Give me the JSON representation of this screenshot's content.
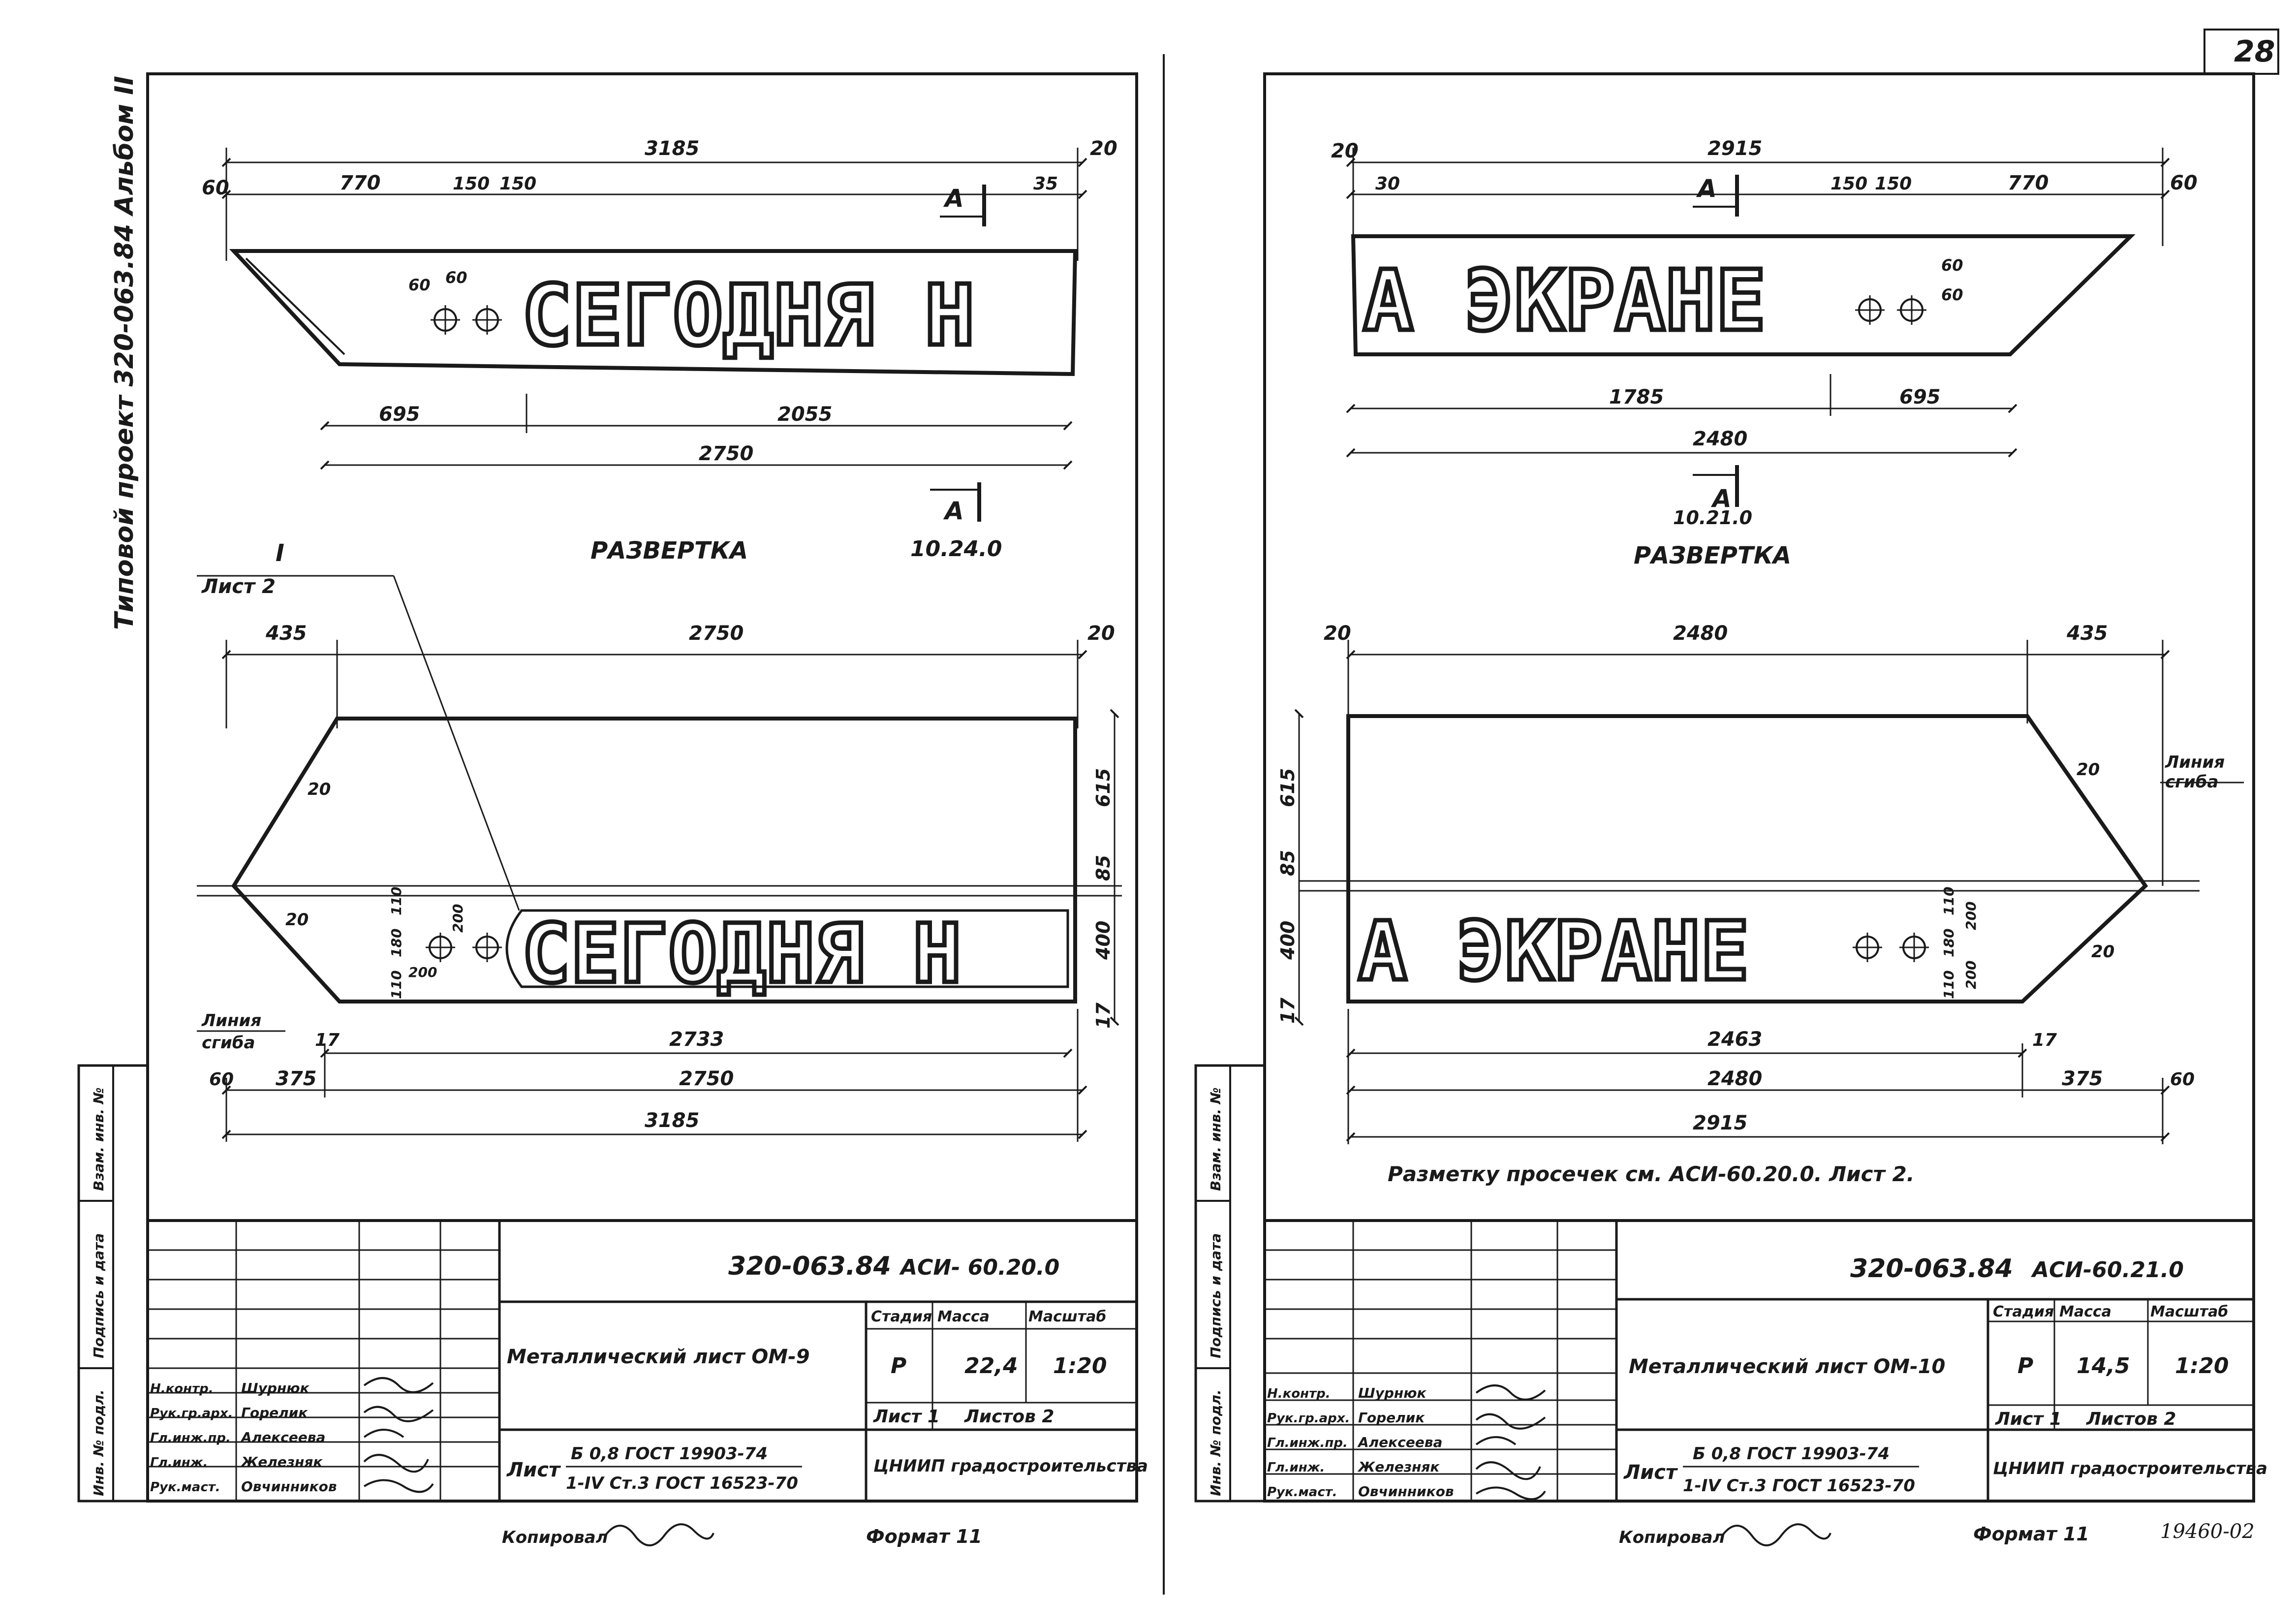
{
  "page_number": "28",
  "side_label": "Типовой проект 320-063.84 Альбом II",
  "left": {
    "top_view": {
      "sign_text": "СЕГОДНЯ Н",
      "dims": {
        "overall": "3185",
        "right_end": "20",
        "left_end": "60",
        "a": "770",
        "b": "150",
        "c": "150",
        "d": "35",
        "hole_a": "60",
        "hole_b": "60",
        "bottom_a": "695",
        "bottom_b": "2055",
        "bottom_total": "2750"
      },
      "section_label": "А",
      "section_label_2": "А",
      "caption": "РАЗВЕРТКА",
      "ref_code": "10.24.0"
    },
    "plan": {
      "node_num": "I",
      "node_ref": "Лист 2",
      "sign_text": "СЕГОДНЯ Н",
      "dims": {
        "top_left": "435",
        "top_total": "2750",
        "top_right": "20",
        "r1": "615",
        "r2": "85",
        "r3": "400",
        "r4": "17",
        "chamfer1": "20",
        "chamfer2": "20",
        "v1": "110",
        "v2": "180",
        "v3": "110",
        "v4": "200",
        "v5": "200",
        "b1": "17",
        "b_total1": "2733",
        "b2_left": "60",
        "b2_a": "375",
        "b_total2": "2750",
        "b_total3": "3185"
      },
      "fold_line": [
        "Линия",
        "сгиба"
      ]
    },
    "title_block": {
      "code": "320-063.84",
      "doc": "АСИ- 60.20.0",
      "name": "Металлический лист ОМ-9",
      "head_stage": "Стадия",
      "head_mass": "Масса",
      "head_scale": "Масштаб",
      "stage": "Р",
      "mass": "22,4",
      "scale": "1:20",
      "sheet": "Лист 1",
      "sheets": "Листов 2",
      "material_label": "Лист",
      "material_1": "Б 0,8 ГОСТ 19903-74",
      "material_2": "1-IV Ст.3 ГОСТ 16523-70",
      "org": "ЦНИИП градостроительства",
      "staff": [
        [
          "Н.контр.",
          "Шурнюк"
        ],
        [
          "Рук.гр.арх.",
          "Горелик"
        ],
        [
          "Гл.инж.пр.",
          "Алексеева"
        ],
        [
          "Гл.инж.",
          "Железняк"
        ],
        [
          "Рук.маст.",
          "Овчинников"
        ]
      ],
      "copied": "Копировал",
      "format": "Формат 11"
    },
    "margin_labels": [
      "Инв. № подл.",
      "Подпись и дата",
      "Взам. инв. №"
    ]
  },
  "right": {
    "top_view": {
      "sign_text": "А ЭКРАНЕ",
      "dims": {
        "overall": "2915",
        "left_end": "20",
        "a": "30",
        "b": "150",
        "c": "150",
        "d": "770",
        "right_end": "60",
        "hole_a": "60",
        "hole_b": "60",
        "bottom_a": "1785",
        "bottom_b": "695",
        "bottom_total": "2480"
      },
      "section_label": "А",
      "section_label_2": "А",
      "caption": "РАЗВЕРТКА",
      "ref_code": "10.21.0"
    },
    "plan": {
      "sign_text": "А ЭКРАНЕ",
      "dims": {
        "top_left": "20",
        "top_total": "2480",
        "top_right": "435",
        "l1": "615",
        "l2": "85",
        "l3": "400",
        "l4": "17",
        "chamfer1": "20",
        "chamfer2": "20",
        "v1": "110",
        "v2": "180",
        "v3": "110",
        "v4": "200",
        "v5": "200",
        "b_total1": "2463",
        "b1": "17",
        "b_total2": "2480",
        "b2_a": "375",
        "b2_right": "60",
        "b_total3": "2915"
      },
      "fold_line": [
        "Линия",
        "сгиба"
      ],
      "note": "Разметку просечек см. АСИ-60.20.0. Лист 2."
    },
    "title_block": {
      "code": "320-063.84",
      "doc": "АСИ-60.21.0",
      "name": "Металлический лист ОМ-10",
      "head_stage": "Стадия",
      "head_mass": "Масса",
      "head_scale": "Масштаб",
      "stage": "Р",
      "mass": "14,5",
      "scale": "1:20",
      "sheet": "Лист 1",
      "sheets": "Листов 2",
      "material_label": "Лист",
      "material_1": "Б 0,8 ГОСТ 19903-74",
      "material_2": "1-IV Ст.3 ГОСТ 16523-70",
      "org": "ЦНИИП градостроительства",
      "staff": [
        [
          "Н.контр.",
          "Шурнюк"
        ],
        [
          "Рук.гр.арх.",
          "Горелик"
        ],
        [
          "Гл.инж.пр.",
          "Алексеева"
        ],
        [
          "Гл.инж.",
          "Железняк"
        ],
        [
          "Рук.маст.",
          "Овчинников"
        ]
      ],
      "copied": "Копировал",
      "format": "Формат 11",
      "archive": "19460-02"
    },
    "margin_labels": [
      "Инв. № подл.",
      "Подпись и дата",
      "Взам. инв. №"
    ]
  }
}
